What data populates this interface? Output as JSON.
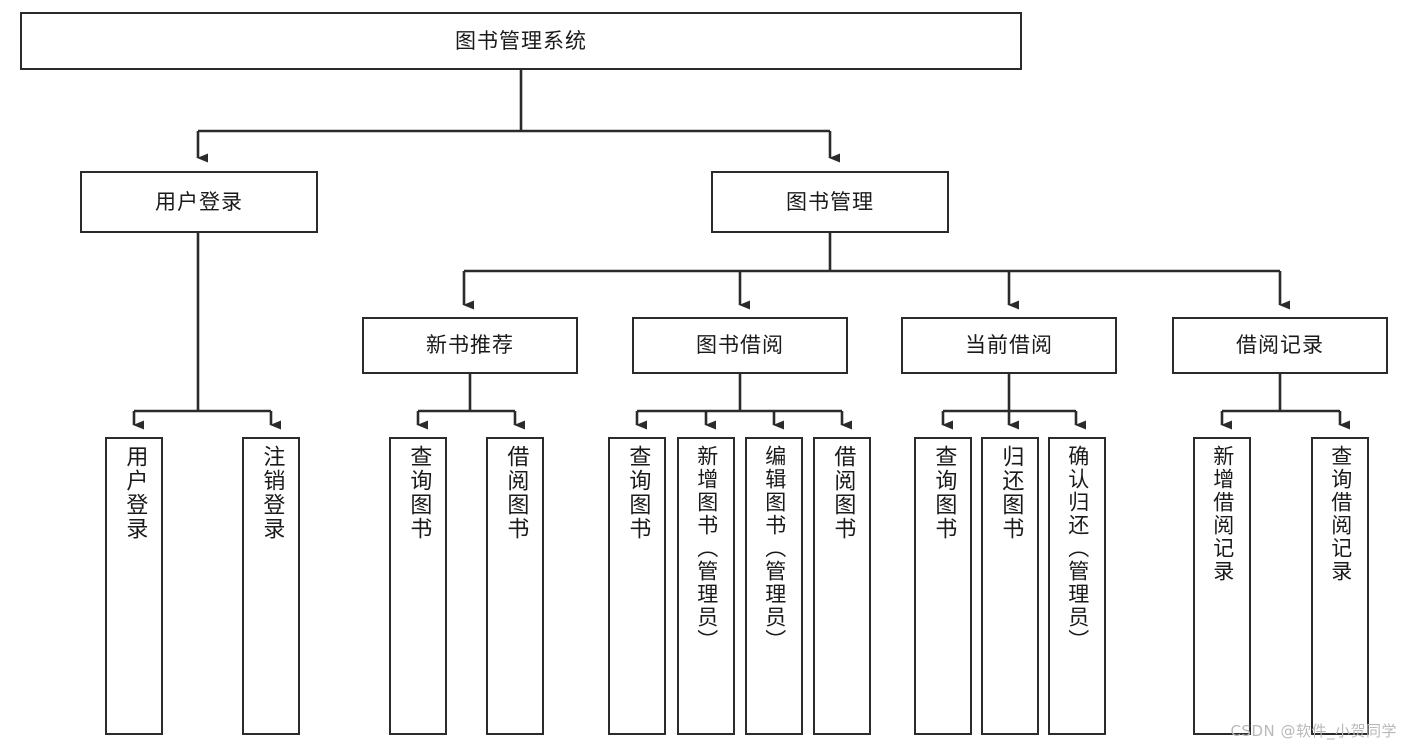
{
  "diagram": {
    "type": "tree",
    "title": "图书管理系统",
    "watermark": "CSDN @软件_小贺同学",
    "colors": {
      "stroke": "#2b2b2b",
      "fill": "#ffffff",
      "text": "#1a1a1a",
      "watermark": "#b9b9b9"
    },
    "nodes": {
      "root": {
        "label": "图书管理系统"
      },
      "level2": [
        {
          "id": "user-login",
          "label": "用户登录"
        },
        {
          "id": "book-manage",
          "label": "图书管理"
        }
      ],
      "level3": [
        {
          "id": "new-book-recommend",
          "label": "新书推荐"
        },
        {
          "id": "book-borrow",
          "label": "图书借阅"
        },
        {
          "id": "current-borrow",
          "label": "当前借阅"
        },
        {
          "id": "borrow-record",
          "label": "借阅记录"
        }
      ],
      "leaves": {
        "user_login": [
          {
            "id": "leaf-user-login",
            "label": "用户登录"
          },
          {
            "id": "leaf-logout-login",
            "label": "注销登录"
          }
        ],
        "new_book_recommend": [
          {
            "id": "leaf-query-book-1",
            "label": "查询图书"
          },
          {
            "id": "leaf-borrow-book-1",
            "label": "借阅图书"
          }
        ],
        "book_borrow": [
          {
            "id": "leaf-query-book-2",
            "label": "查询图书"
          },
          {
            "id": "leaf-add-book",
            "label": "新增图书（管理员）"
          },
          {
            "id": "leaf-edit-book",
            "label": "编辑图书（管理员）"
          },
          {
            "id": "leaf-borrow-book-2",
            "label": "借阅图书"
          }
        ],
        "current_borrow": [
          {
            "id": "leaf-query-book-3",
            "label": "查询图书"
          },
          {
            "id": "leaf-return-book",
            "label": "归还图书"
          },
          {
            "id": "leaf-confirm-return",
            "label": "确认归还（管理员）"
          }
        ],
        "borrow_record": [
          {
            "id": "leaf-add-record",
            "label": "新增借阅记录"
          },
          {
            "id": "leaf-query-record",
            "label": "查询借阅记录"
          }
        ]
      }
    }
  }
}
